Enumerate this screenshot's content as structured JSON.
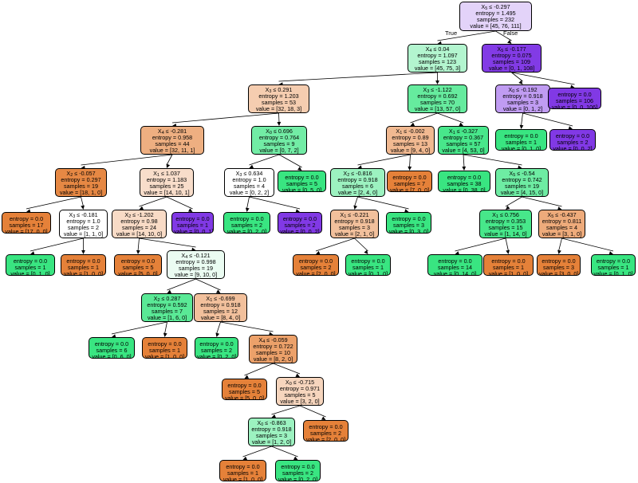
{
  "colors": {
    "orange": "#e58139",
    "green": "#39e581",
    "purple": "#8139e5",
    "edge": "#000000",
    "border": "#000000"
  },
  "edge_labels": {
    "true": "True",
    "false": "False"
  },
  "nodes": [
    {
      "id": "n0",
      "var": "5",
      "op": "≤",
      "thr": "-0.297",
      "entropy": "1.495",
      "samples": "232",
      "value": "[45, 76, 111]"
    },
    {
      "id": "n1",
      "parent": "n0",
      "var": "4",
      "op": "≤",
      "thr": "0.04",
      "entropy": "1.097",
      "samples": "123",
      "value": "[45, 75, 3]"
    },
    {
      "id": "n2",
      "parent": "n0",
      "var": "5",
      "op": "≤",
      "thr": "-0.177",
      "entropy": "0.075",
      "samples": "109",
      "value": "[0, 1, 108]"
    },
    {
      "id": "n3",
      "parent": "n1",
      "var": "3",
      "op": "≤",
      "thr": "0.291",
      "entropy": "1.203",
      "samples": "53",
      "value": "[32, 18, 3]"
    },
    {
      "id": "n4",
      "parent": "n1",
      "var": "3",
      "op": "≤",
      "thr": "-1.122",
      "entropy": "0.692",
      "samples": "70",
      "value": "[13, 57, 0]"
    },
    {
      "id": "n5",
      "parent": "n2",
      "var": "0",
      "op": "≤",
      "thr": "-0.192",
      "entropy": "0.918",
      "samples": "3",
      "value": "[0, 1, 2]"
    },
    {
      "id": "n6",
      "parent": "n2",
      "entropy": "0.0",
      "samples": "106",
      "value": "[0, 0, 106]"
    },
    {
      "id": "n7",
      "parent": "n3",
      "var": "4",
      "op": "≤",
      "thr": "-0.281",
      "entropy": "0.958",
      "samples": "44",
      "value": "[32, 11, 1]"
    },
    {
      "id": "n8",
      "parent": "n3",
      "var": "0",
      "op": "≤",
      "thr": "0.696",
      "entropy": "0.764",
      "samples": "9",
      "value": "[0, 7, 2]"
    },
    {
      "id": "n9",
      "parent": "n4",
      "var": "1",
      "op": "≤",
      "thr": "-0.002",
      "entropy": "0.89",
      "samples": "13",
      "value": "[9, 4, 0]"
    },
    {
      "id": "n10",
      "parent": "n4",
      "var": "1",
      "op": "≤",
      "thr": "-0.327",
      "entropy": "0.367",
      "samples": "57",
      "value": "[4, 53, 0]"
    },
    {
      "id": "n11",
      "parent": "n5",
      "entropy": "0.0",
      "samples": "1",
      "value": "[0, 1, 0]"
    },
    {
      "id": "n12",
      "parent": "n5",
      "entropy": "0.0",
      "samples": "2",
      "value": "[0, 0, 2]"
    },
    {
      "id": "n13",
      "parent": "n7",
      "var": "2",
      "op": "≤",
      "thr": "-0.057",
      "entropy": "0.297",
      "samples": "19",
      "value": "[18, 1, 0]"
    },
    {
      "id": "n14",
      "parent": "n7",
      "var": "1",
      "op": "≤",
      "thr": "1.037",
      "entropy": "1.183",
      "samples": "25",
      "value": "[14, 10, 1]"
    },
    {
      "id": "n15",
      "parent": "n8",
      "var": "3",
      "op": "≤",
      "thr": "0.634",
      "entropy": "1.0",
      "samples": "4",
      "value": "[0, 2, 2]"
    },
    {
      "id": "n16",
      "parent": "n8",
      "entropy": "0.0",
      "samples": "5",
      "value": "[0, 5, 0]"
    },
    {
      "id": "n17",
      "parent": "n9",
      "var": "2",
      "op": "≤",
      "thr": "-0.816",
      "entropy": "0.918",
      "samples": "6",
      "value": "[2, 4, 0]"
    },
    {
      "id": "n18",
      "parent": "n9",
      "entropy": "0.0",
      "samples": "7",
      "value": "[7, 0, 0]"
    },
    {
      "id": "n19",
      "parent": "n10",
      "entropy": "0.0",
      "samples": "38",
      "value": "[0, 38, 0]"
    },
    {
      "id": "n20",
      "parent": "n10",
      "var": "5",
      "op": "≤",
      "thr": "-0.54",
      "entropy": "0.742",
      "samples": "19",
      "value": "[4, 15, 0]"
    },
    {
      "id": "n21",
      "parent": "n13",
      "entropy": "0.0",
      "samples": "17",
      "value": "[17, 0, 0]"
    },
    {
      "id": "n22",
      "parent": "n13",
      "var": "3",
      "op": "≤",
      "thr": "-0.181",
      "entropy": "1.0",
      "samples": "2",
      "value": "[1, 1, 0]"
    },
    {
      "id": "n23",
      "parent": "n14",
      "var": "2",
      "op": "≤",
      "thr": "-1.202",
      "entropy": "0.98",
      "samples": "24",
      "value": "[14, 10, 0]"
    },
    {
      "id": "n24",
      "parent": "n14",
      "entropy": "0.0",
      "samples": "1",
      "value": "[0, 0, 1]"
    },
    {
      "id": "n25",
      "parent": "n15",
      "entropy": "0.0",
      "samples": "2",
      "value": "[0, 2, 0]"
    },
    {
      "id": "n26",
      "parent": "n15",
      "entropy": "0.0",
      "samples": "2",
      "value": "[0, 0, 2]"
    },
    {
      "id": "n27",
      "parent": "n17",
      "var": "1",
      "op": "≤",
      "thr": "-0.221",
      "entropy": "0.918",
      "samples": "3",
      "value": "[2, 1, 0]"
    },
    {
      "id": "n28",
      "parent": "n17",
      "entropy": "0.0",
      "samples": "3",
      "value": "[0, 3, 0]"
    },
    {
      "id": "n29",
      "parent": "n20",
      "var": "1",
      "op": "≤",
      "thr": "0.756",
      "entropy": "0.353",
      "samples": "15",
      "value": "[1, 14, 0]"
    },
    {
      "id": "n30",
      "parent": "n20",
      "var": "5",
      "op": "≤",
      "thr": "-0.437",
      "entropy": "0.811",
      "samples": "4",
      "value": "[3, 1, 0]"
    },
    {
      "id": "n31",
      "parent": "n22",
      "entropy": "0.0",
      "samples": "1",
      "value": "[0, 1, 0]"
    },
    {
      "id": "n32",
      "parent": "n22",
      "entropy": "0.0",
      "samples": "1",
      "value": "[1, 0, 0]"
    },
    {
      "id": "n33",
      "parent": "n23",
      "entropy": "0.0",
      "samples": "5",
      "value": "[5, 0, 0]"
    },
    {
      "id": "n34",
      "parent": "n23",
      "var": "4",
      "op": "≤",
      "thr": "-0.121",
      "entropy": "0.998",
      "samples": "19",
      "value": "[9, 10, 0]"
    },
    {
      "id": "n35",
      "parent": "n27",
      "entropy": "0.0",
      "samples": "2",
      "value": "[2, 0, 0]"
    },
    {
      "id": "n36",
      "parent": "n27",
      "entropy": "0.0",
      "samples": "1",
      "value": "[0, 1, 0]"
    },
    {
      "id": "n37",
      "parent": "n29",
      "entropy": "0.0",
      "samples": "14",
      "value": "[0, 14, 0]"
    },
    {
      "id": "n38",
      "parent": "n29",
      "entropy": "0.0",
      "samples": "1",
      "value": "[1, 0, 0]"
    },
    {
      "id": "n39",
      "parent": "n30",
      "entropy": "0.0",
      "samples": "3",
      "value": "[3, 0, 0]"
    },
    {
      "id": "n40",
      "parent": "n30",
      "entropy": "0.0",
      "samples": "1",
      "value": "[0, 1, 0]"
    },
    {
      "id": "n41",
      "parent": "n34",
      "var": "2",
      "op": "≤",
      "thr": "0.287",
      "entropy": "0.592",
      "samples": "7",
      "value": "[1, 6, 0]"
    },
    {
      "id": "n42",
      "parent": "n34",
      "var": "1",
      "op": "≤",
      "thr": "-0.699",
      "entropy": "0.918",
      "samples": "12",
      "value": "[8, 4, 0]"
    },
    {
      "id": "n43",
      "parent": "n41",
      "entropy": "0.0",
      "samples": "6",
      "value": "[0, 6, 0]"
    },
    {
      "id": "n44",
      "parent": "n41",
      "entropy": "0.0",
      "samples": "1",
      "value": "[1, 0, 0]"
    },
    {
      "id": "n45",
      "parent": "n42",
      "entropy": "0.0",
      "samples": "2",
      "value": "[0, 2, 0]"
    },
    {
      "id": "n46",
      "parent": "n42",
      "var": "4",
      "op": "≤",
      "thr": "-0.059",
      "entropy": "0.722",
      "samples": "10",
      "value": "[8, 2, 0]"
    },
    {
      "id": "n47",
      "parent": "n46",
      "entropy": "0.0",
      "samples": "5",
      "value": "[5, 0, 0]"
    },
    {
      "id": "n48",
      "parent": "n46",
      "var": "0",
      "op": "≤",
      "thr": "-0.715",
      "entropy": "0.971",
      "samples": "5",
      "value": "[3, 2, 0]"
    },
    {
      "id": "n49",
      "parent": "n48",
      "var": "0",
      "op": "≤",
      "thr": "-0.863",
      "entropy": "0.918",
      "samples": "3",
      "value": "[1, 2, 0]"
    },
    {
      "id": "n50",
      "parent": "n48",
      "entropy": "0.0",
      "samples": "2",
      "value": "[2, 0, 0]"
    },
    {
      "id": "n51",
      "parent": "n49",
      "entropy": "0.0",
      "samples": "1",
      "value": "[1, 0, 0]"
    },
    {
      "id": "n52",
      "parent": "n49",
      "entropy": "0.0",
      "samples": "2",
      "value": "[0, 2, 0]"
    }
  ]
}
